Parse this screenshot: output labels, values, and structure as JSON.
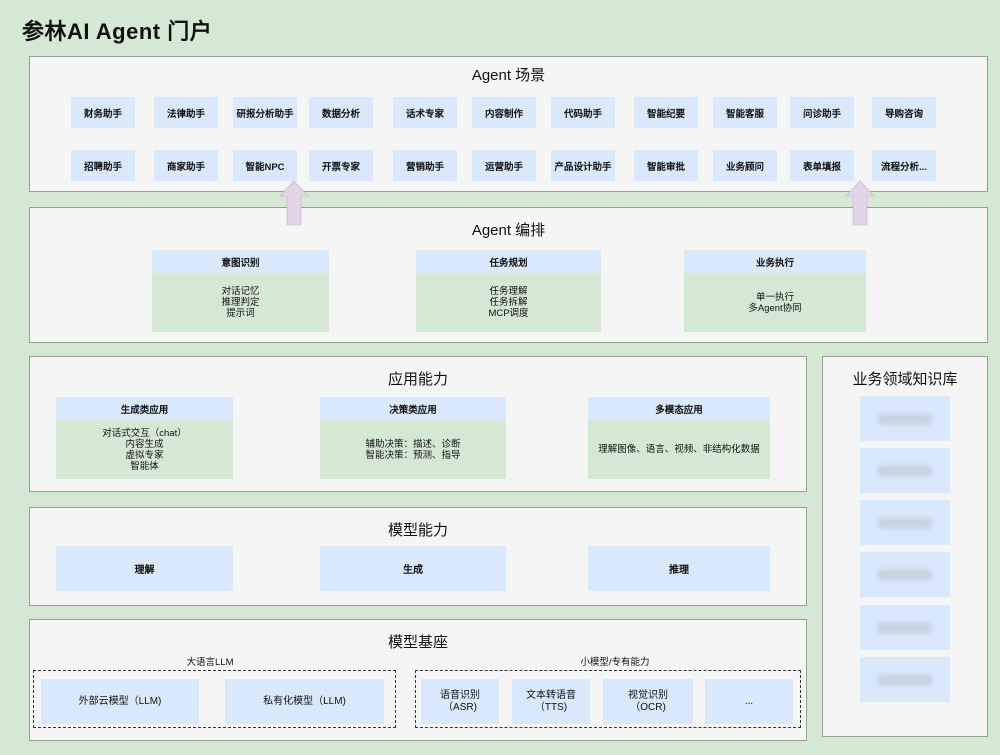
{
  "title": "参林AI Agent 门户",
  "scenarios": {
    "title": "Agent 场景",
    "row1": [
      "财务助手",
      "法律助手",
      "研报分析助手",
      "数据分析",
      "话术专家",
      "内容制作",
      "代码助手",
      "智能纪要",
      "智能客服",
      "问诊助手",
      "导购咨询"
    ],
    "row2": [
      "招聘助手",
      "商家助手",
      "智能NPC",
      "开票专家",
      "营销助手",
      "运营助手",
      "产品设计助手",
      "智能审批",
      "业务顾问",
      "表单填报",
      "流程分析..."
    ]
  },
  "orchestration": {
    "title": "Agent 编排",
    "cards": [
      {
        "head": "意图识别",
        "lines": [
          "对话记忆",
          "推理判定",
          "提示词"
        ]
      },
      {
        "head": "任务规划",
        "lines": [
          "任务理解",
          "任务拆解",
          "MCP调度"
        ]
      },
      {
        "head": "业务执行",
        "lines": [
          "单一执行",
          "多Agent协同"
        ]
      }
    ]
  },
  "application": {
    "title": "应用能力",
    "cards": [
      {
        "head": "生成类应用",
        "lines": [
          "对话式交互（chat）",
          "内容生成",
          "虚拟专家",
          "智能体"
        ]
      },
      {
        "head": "决策类应用",
        "lines": [
          "辅助决策：描述、诊断",
          "智能决策：预测、指导"
        ]
      },
      {
        "head": "多模态应用",
        "lines": [
          "理解图像、语言、视频、非结构化数据"
        ]
      }
    ]
  },
  "model": {
    "title": "模型能力",
    "items": [
      "理解",
      "生成",
      "推理"
    ]
  },
  "base": {
    "title": "模型基座",
    "llm_label": "大语言LLM",
    "llm_items": [
      "外部云模型（LLM)",
      "私有化模型（LLM)"
    ],
    "small_label": "小模型/专有能力",
    "small_items": [
      {
        "name": "语音识别",
        "abbr": "（ASR)"
      },
      {
        "name": "文本转语音",
        "abbr": "（TTS)"
      },
      {
        "name": "视觉识别",
        "abbr": "（OCR)"
      },
      {
        "name": "...",
        "abbr": ""
      }
    ]
  },
  "knowledge": {
    "title": "业务领域知识库",
    "item_count": 6
  },
  "colors": {
    "background": "#d5e8d4",
    "section": "#f5f5f5",
    "chip": "#dae8fc",
    "card_body": "#d5e8d4",
    "arrow": "#e1d5e7"
  }
}
